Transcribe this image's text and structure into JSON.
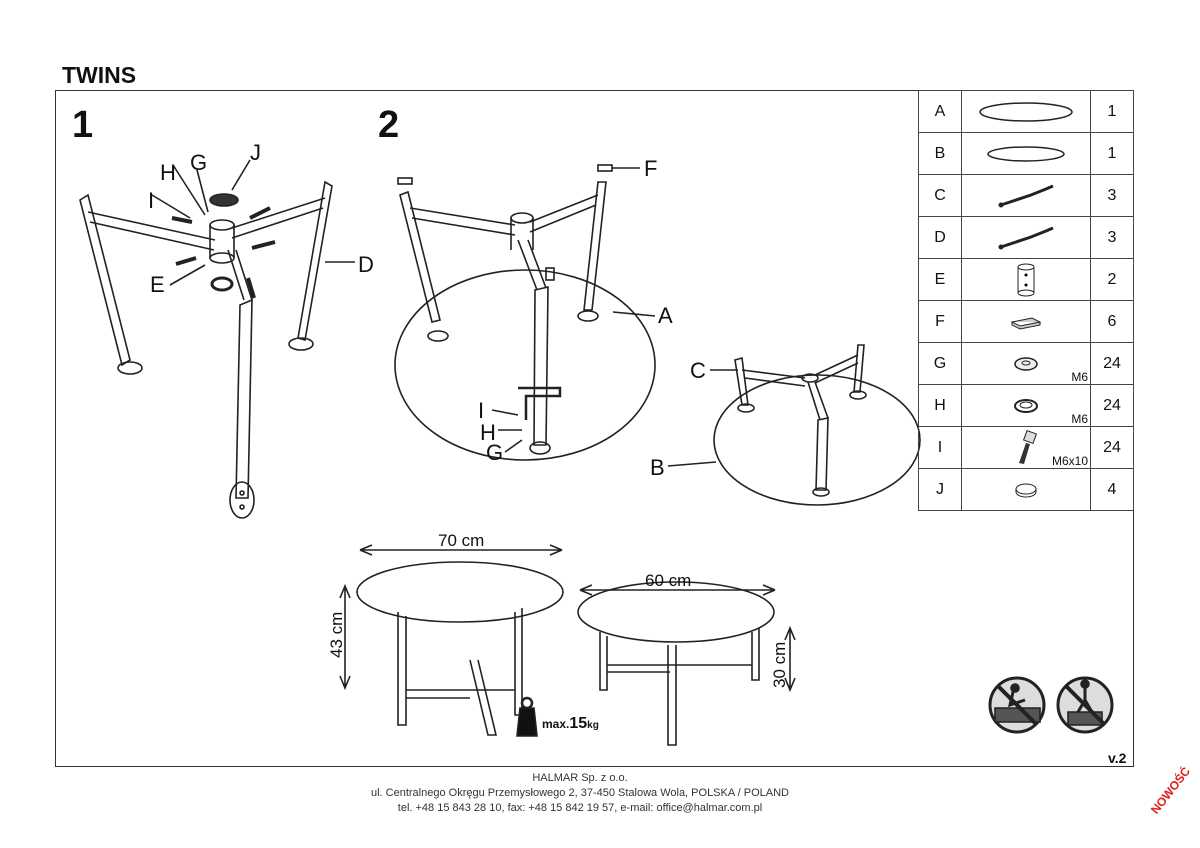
{
  "title": "TWINS",
  "steps": {
    "one": "1",
    "two": "2"
  },
  "step1_labels": {
    "h": "H",
    "g": "G",
    "j": "J",
    "i": "I",
    "e": "E",
    "d": "D"
  },
  "step2_labels": {
    "f": "F",
    "a": "A",
    "c": "C",
    "b": "B",
    "i": "I",
    "h": "H",
    "g": "G"
  },
  "dimensions": {
    "width_large": "70 cm",
    "width_small": "60 cm",
    "height_large": "43 cm",
    "height_small": "30 cm"
  },
  "max_load": {
    "prefix": "max.",
    "value": "15",
    "unit": "kg"
  },
  "parts": [
    {
      "letter": "A",
      "icon": "large-tabletop-icon",
      "qty": "1",
      "size": ""
    },
    {
      "letter": "B",
      "icon": "small-tabletop-icon",
      "qty": "1",
      "size": ""
    },
    {
      "letter": "C",
      "icon": "leg-frame-icon",
      "qty": "3",
      "size": ""
    },
    {
      "letter": "D",
      "icon": "leg-frame-icon",
      "qty": "3",
      "size": ""
    },
    {
      "letter": "E",
      "icon": "connector-cylinder-icon",
      "qty": "2",
      "size": ""
    },
    {
      "letter": "F",
      "icon": "pad-icon",
      "qty": "6",
      "size": ""
    },
    {
      "letter": "G",
      "icon": "washer-icon",
      "qty": "24",
      "size": "M6"
    },
    {
      "letter": "H",
      "icon": "spring-washer-icon",
      "qty": "24",
      "size": "M6"
    },
    {
      "letter": "I",
      "icon": "bolt-icon",
      "qty": "24",
      "size": "M6x10"
    },
    {
      "letter": "J",
      "icon": "cap-icon",
      "qty": "4",
      "size": ""
    }
  ],
  "version": "v.2",
  "footer": {
    "company": "HALMAR Sp. z o.o.",
    "address": "ul. Centralnego Okręgu Przemysłowego 2, 37-450 Stalowa Wola, POLSKA / POLAND",
    "contact": "tel. +48 15 843 28 10, fax: +48 15 842 19 57, e-mail: office@halmar.com.pl"
  },
  "badge": "NOWOŚĆ"
}
